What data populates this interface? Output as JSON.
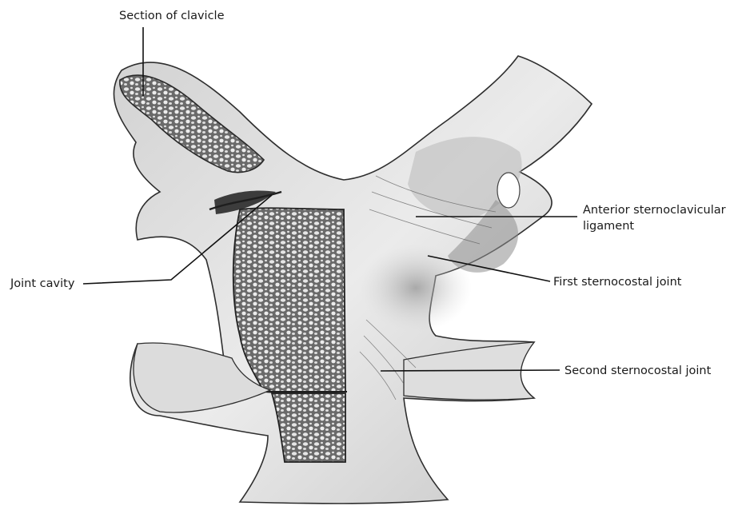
{
  "labels": {
    "section_of_clavicle": "Section of clavicle",
    "joint_cavity": "Joint cavity",
    "anterior_sternoclavicular_line1": "Anterior sternoclavicular",
    "anterior_sternoclavicular_line2": "ligament",
    "first_sternocostal_joint": "First sternocostal joint",
    "second_sternocostal_joint": "Second sternocostal joint"
  },
  "colors": {
    "bone": "#e4e4e4",
    "bone_shade": "#b5b5b5",
    "bone_edge": "#333333",
    "spongy": "#585858",
    "leader": "#111111"
  }
}
